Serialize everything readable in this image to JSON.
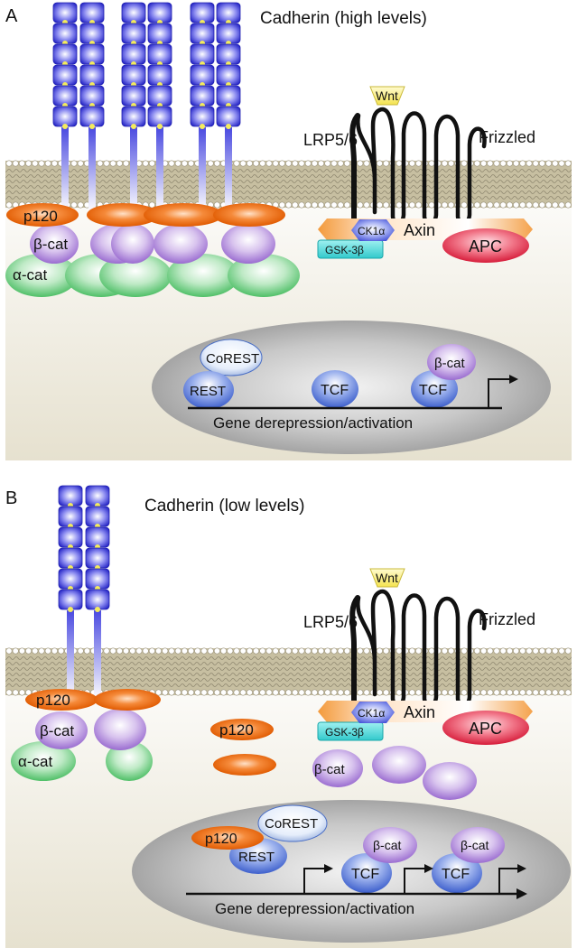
{
  "panels": [
    {
      "letter": "A",
      "cadherin_label": "Cadherin (high levels)",
      "receptor_labels": {
        "wnt": "Wnt",
        "lrp": "LRP5/6",
        "frizzled": "Frizzled"
      },
      "complex_labels": {
        "ck1": "CK1α",
        "axin": "Axin",
        "gsk": "GSK-3β",
        "apc": "APC"
      },
      "membrane_labels": {
        "p120": "p120",
        "bcat": "β-cat",
        "acat": "α-cat"
      },
      "nucleus_labels": {
        "corest": "CoREST",
        "rest": "REST",
        "tcf1": "TCF",
        "tcf2": "TCF",
        "bcat": "β-cat",
        "gene": "Gene derepression/activation"
      }
    },
    {
      "letter": "B",
      "cadherin_label": "Cadherin (low levels)",
      "receptor_labels": {
        "wnt": "Wnt",
        "lrp": "LRP5/6",
        "frizzled": "Frizzled"
      },
      "complex_labels": {
        "ck1": "CK1α",
        "axin": "Axin",
        "gsk": "GSK-3β",
        "apc": "APC"
      },
      "membrane_labels": {
        "p120": "p120",
        "bcat": "β-cat",
        "acat": "α-cat"
      },
      "cytoplasm_labels": {
        "p120": "p120",
        "bcat": "β-cat"
      },
      "nucleus_labels": {
        "p120": "p120",
        "corest": "CoREST",
        "rest": "REST",
        "tcf1": "TCF",
        "tcf2": "TCF",
        "bcat1": "β-cat",
        "bcat2": "β-cat",
        "gene": "Gene derepression/activation"
      }
    }
  ],
  "colors": {
    "cytoplasm_top": "#ffffff",
    "cytoplasm_bottom": "#e8e3d2",
    "membrane": "#c2b99a",
    "lipid_head": "#ffffff",
    "cadherin": "#3f3fd8",
    "cadherin_dot": "#f2ea5a",
    "p120": "#f06a10",
    "beta_catenin": "#b792dc",
    "alpha_catenin": "#7dd28d",
    "nucleus": "#a9a9a9",
    "wnt": "#fff27a",
    "axin": "#f6a24a",
    "gsk": "#48d6d6",
    "apc": "#e0334e",
    "ck1": "#6a78e8",
    "rest_tcf": "#6f8fdc",
    "corest": "#d9e4f5"
  }
}
